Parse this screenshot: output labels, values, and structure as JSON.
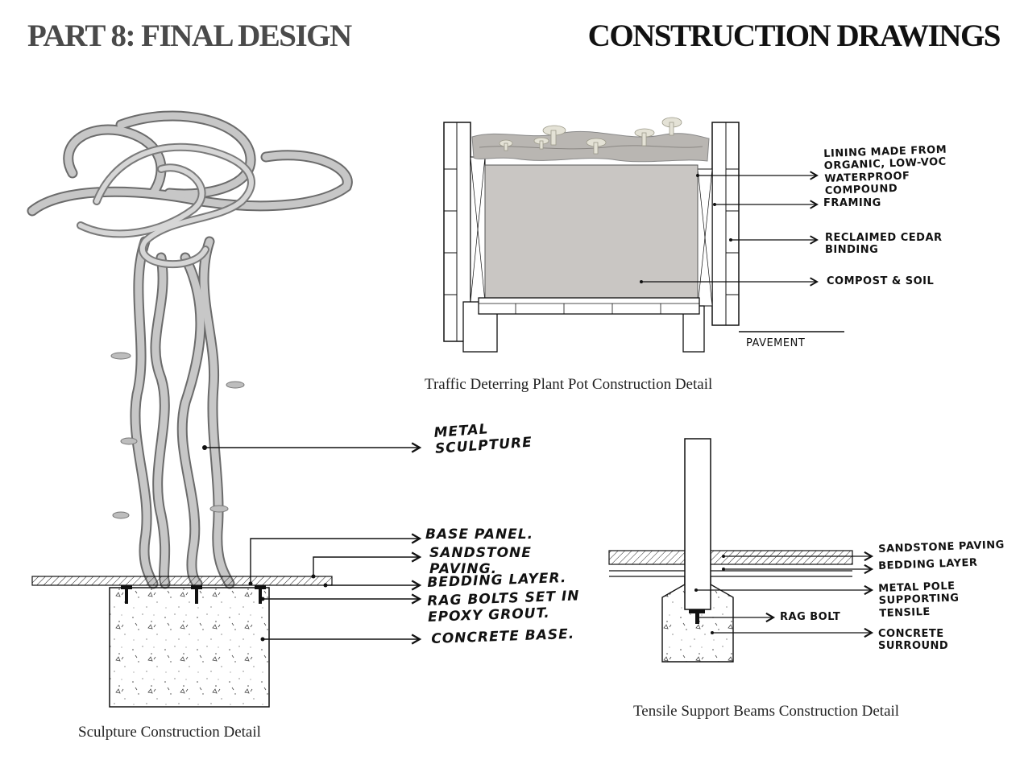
{
  "header": {
    "left_title": "PART 8: FINAL DESIGN",
    "right_title": "CONSTRUCTION DRAWINGS"
  },
  "plant_pot": {
    "caption": "Traffic Deterring Plant Pot Construction Detail",
    "labels": {
      "lining": "Lining made from organic, low-voc waterproof compound",
      "framing": "Framing",
      "cedar": "Reclaimed cedar binding",
      "compost": "Compost & soil",
      "pavement": "Pavement"
    }
  },
  "sculpture": {
    "caption": "Sculpture Construction Detail",
    "labels": {
      "metal_sculpture": "Metal sculpture",
      "base_panel": "Base panel.",
      "sandstone": "Sandstone paving.",
      "bedding": "Bedding layer.",
      "rag_bolts": "Rag bolts set in epoxy grout.",
      "concrete_base": "Concrete base."
    }
  },
  "tensile": {
    "caption": "Tensile Support Beams Construction Detail",
    "labels": {
      "sandstone": "Sandstone paving",
      "bedding": "Bedding layer",
      "metal_pole": "Metal pole supporting tensile",
      "rag_bolt": "Rag bolt",
      "concrete": "Concrete surround"
    }
  },
  "colors": {
    "ink": "#111111",
    "header_grey": "#4a4a4a",
    "soil_grey": "#c9c6c3",
    "sculpture_grey": "#b3b3b3"
  }
}
